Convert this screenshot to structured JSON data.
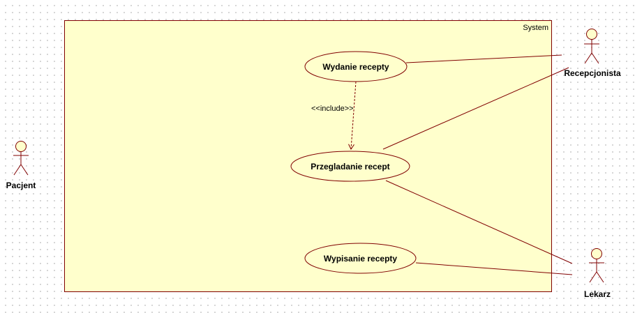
{
  "system": {
    "label": "System"
  },
  "use_cases": {
    "wydanie": "Wydanie recepty",
    "przegladanie": "Przegladanie recept",
    "wypisanie": "Wypisanie recepty"
  },
  "actors": {
    "pacjent": "Pacjent",
    "recepcjonista": "Recepcjonista",
    "lekarz": "Lekarz"
  },
  "relations": {
    "include_label": "<<include>>"
  },
  "colors": {
    "stroke": "#800000",
    "fill": "#ffffcc",
    "grid_dot": "#c8c8c8"
  }
}
